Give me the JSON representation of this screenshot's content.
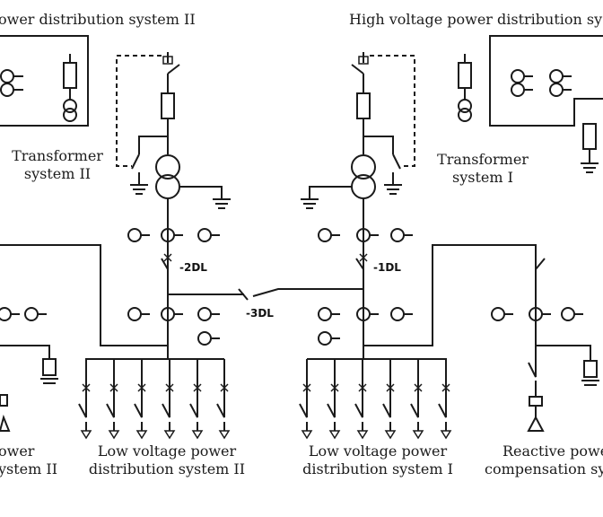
{
  "labels": {
    "hv_left": "ower distribution system II",
    "hv_right": "High voltage power distribution syste",
    "transformer_left_l1": "Transformer",
    "transformer_left_l2": "system II",
    "transformer_right_l1": "Transformer",
    "transformer_right_l2": "system I",
    "breaker_2dl": "-2DL",
    "breaker_1dl": "-1DL",
    "breaker_3dl": "-3DL",
    "lv_left_l1": "Low voltage power",
    "lv_left_l2": "distribution system II",
    "lv_right_l1": "Low voltage power",
    "lv_right_l2": "distribution system I",
    "reactive_right_l1": "Reactive powe",
    "reactive_right_l2": "compensation syst",
    "reactive_left_l1": "ower",
    "reactive_left_l2": "ystem II"
  },
  "colors": {
    "line": "#1a1a1a",
    "background": "#ffffff"
  },
  "icons": [
    "current-transformer-icon",
    "fuse-icon",
    "switch-icon",
    "ground-icon",
    "transformer-icon",
    "capacitor-icon"
  ]
}
